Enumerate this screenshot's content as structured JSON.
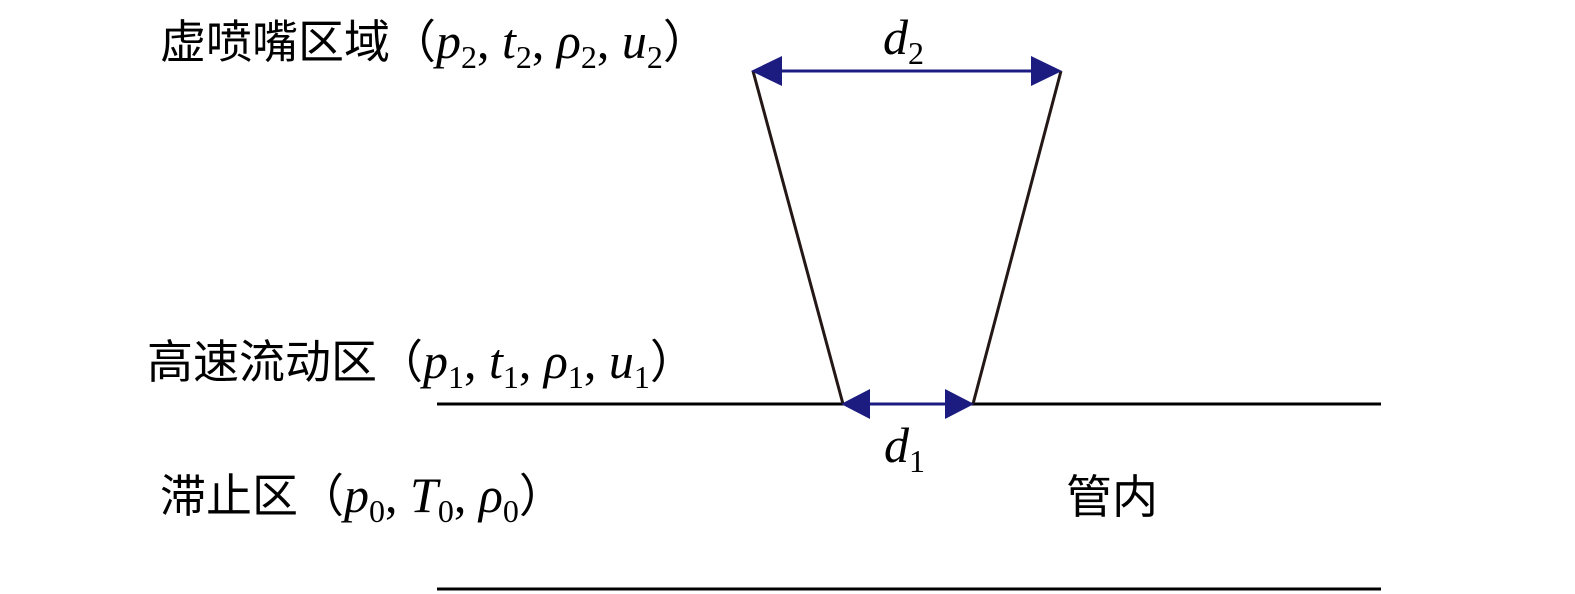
{
  "labels": {
    "virtual_nozzle_region": {
      "name": "虚喷嘴区域",
      "open": "（",
      "p": "p",
      "p_sub": "2",
      "t": "t",
      "t_sub": "2",
      "rho": "ρ",
      "rho_sub": "2",
      "u": "u",
      "u_sub": "2",
      "close": "）"
    },
    "high_speed_region": {
      "name": "高速流动区",
      "open": "（",
      "p": "p",
      "p_sub": "1",
      "t": "t",
      "t_sub": "1",
      "rho": "ρ",
      "rho_sub": "1",
      "u": "u",
      "u_sub": "1",
      "close": "）"
    },
    "stagnation_region": {
      "name": "滞止区",
      "open": "（",
      "p": "p",
      "p_sub": "0",
      "T": "T",
      "T_sub": "0",
      "rho": "ρ",
      "rho_sub": "0",
      "close": "）"
    },
    "in_pipe": "管内",
    "d2": {
      "sym": "d",
      "sub": "2"
    },
    "d1": {
      "sym": "d",
      "sub": "1"
    },
    "comma": ","
  },
  "colors": {
    "line": "#000000",
    "arrow": "#1c1c80",
    "nozzle_edge": "#231815"
  }
}
